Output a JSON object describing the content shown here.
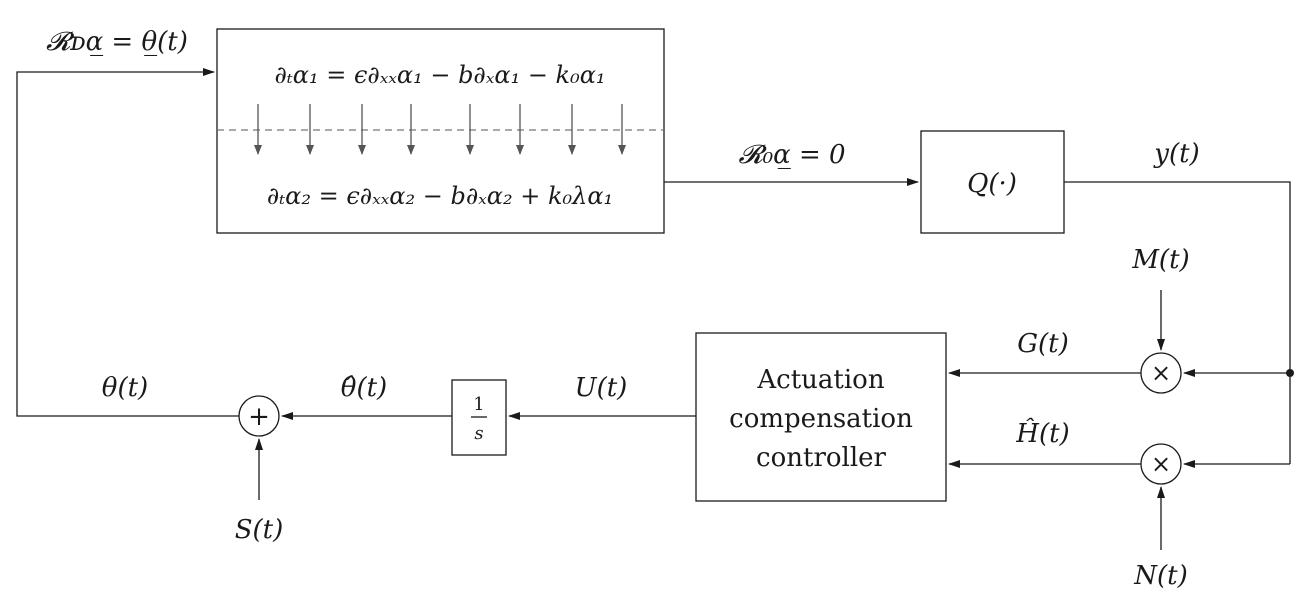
{
  "blocks": {
    "pde": {
      "eq1": "∂ₜα₁ = ϵ∂ₓₓα₁ − b∂ₓα₁ − k₀α₁",
      "eq2": "∂ₜα₂ = ϵ∂ₓₓα₂ − b∂ₓα₂ + k₀λα₁"
    },
    "quantizer": "Q(·)",
    "controller": [
      "Actuation",
      "compensation",
      "controller"
    ],
    "integrator": {
      "num": "1",
      "den": "s"
    },
    "sum_symbol": "+",
    "product_symbol": "×"
  },
  "signals": {
    "boundary_left": "𝓡ᴅα̲ = θ̲(t)",
    "boundary_right": "𝓡₀α̲ = 0",
    "y": "y(t)",
    "M": "M(t)",
    "N": "N(t)",
    "G": "G(t)",
    "H_hat": "Ĥ(t)",
    "U": "U(t)",
    "theta_hat": "θ̂(t)",
    "theta": "θ(t)",
    "S": "S(t)"
  }
}
